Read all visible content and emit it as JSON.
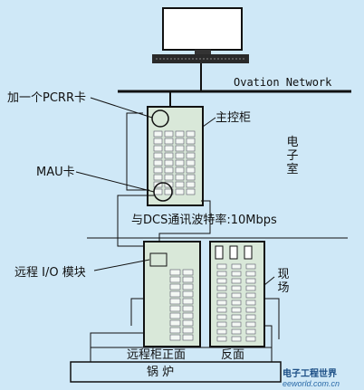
{
  "network": {
    "label": "Ovation Network"
  },
  "labels": {
    "pcrr_card": "加一个PCRR卡",
    "main_cabinet": "主控柜",
    "electronic_room": "电子室",
    "mau_card": "MAU卡",
    "dcs_comm": "与DCS通讯波特率:10Mbps",
    "remote_io": "远程 I/O 模块",
    "field": "现场",
    "remote_cabinet": "远程柜正面",
    "back_side": "反面",
    "boiler": "锅    炉"
  },
  "watermark": {
    "cn": "电子工程世界",
    "en": "eeworld.com.cn"
  },
  "colors": {
    "background": "#cfe8f7",
    "line": "#111111",
    "cabinet_fill": "#d9e8d9"
  }
}
